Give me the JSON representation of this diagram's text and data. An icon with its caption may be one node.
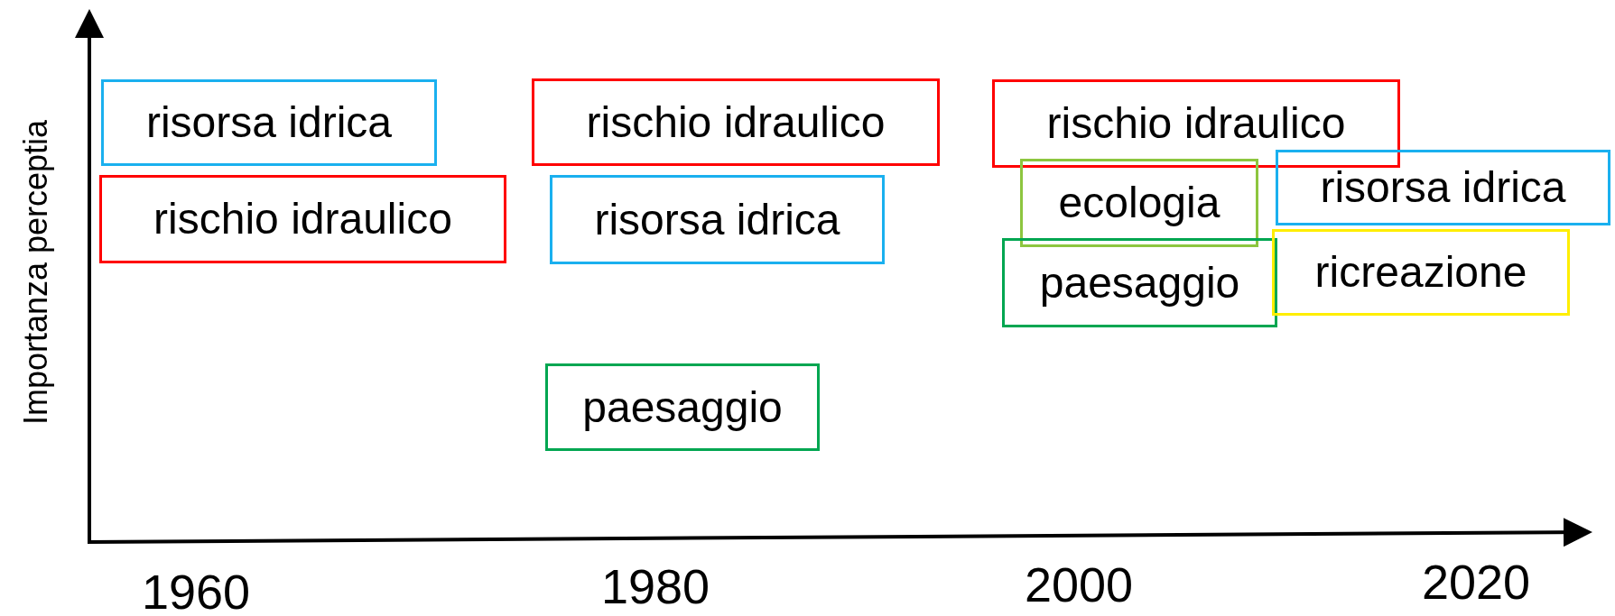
{
  "diagram": {
    "nodes": [
      {
        "text": [
          "risorsa idrica"
        ]
      },
      {
        "text": [
          "rischio idraulico"
        ]
      },
      {
        "text": [
          "rischio idraulico"
        ]
      },
      {
        "text": [
          "risorsa idrica"
        ]
      },
      {
        "text": [
          "paesaggio"
        ]
      },
      {
        "text": [
          "rischio idraulico"
        ]
      },
      {
        "text": [
          "ecologia"
        ]
      },
      {
        "text": [
          "risorsa idrica"
        ]
      },
      {
        "text": [
          "paesaggio"
        ]
      },
      {
        "text": [
          "ricreazione"
        ]
      }
    ],
    "edges": [],
    "labels": [
      "Importanza perceptia",
      "1960",
      "1980",
      "2000",
      "2020"
    ]
  }
}
